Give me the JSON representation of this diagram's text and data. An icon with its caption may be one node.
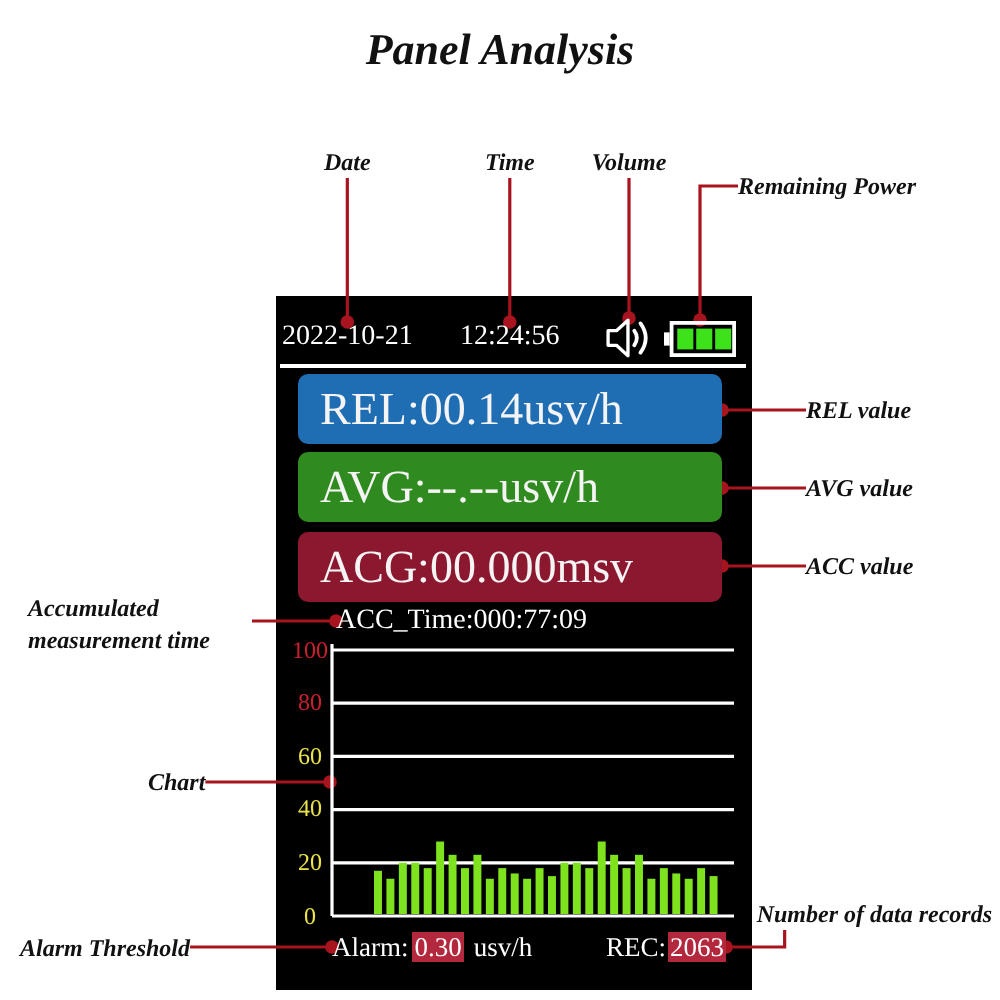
{
  "diagram": {
    "title": "Panel Analysis",
    "nodes": [
      {
        "text": [
          "Date"
        ]
      },
      {
        "text": [
          "Time"
        ]
      },
      {
        "text": [
          "Volume"
        ]
      },
      {
        "text": [
          "Remaining Power"
        ]
      },
      {
        "text": [
          "2022-10-21"
        ]
      },
      {
        "text": [
          "12:24:56"
        ]
      },
      {
        "text": [],
        "shape": "speaker"
      },
      {
        "text": [],
        "shape": "battery"
      },
      {
        "text": [
          "REL:00.14usv/h"
        ]
      },
      {
        "text": [
          "REL value"
        ]
      },
      {
        "text": [
          "AVG:--.--usv/h"
        ]
      },
      {
        "text": [
          "AVG value"
        ]
      },
      {
        "text": [
          "ACG:00.000msv"
        ]
      },
      {
        "text": [
          "ACC value"
        ]
      },
      {
        "text": [
          "Accumulated measurement time"
        ]
      },
      {
        "text": [
          "ACC_Time:000:77:09"
        ]
      },
      {
        "text": [
          "Chart"
        ]
      },
      {
        "text": [],
        "shape": "chart"
      },
      {
        "text": [
          "Alarm Threshold"
        ]
      },
      {
        "text": [
          "Alarm:",
          "0.30",
          "usv/h"
        ]
      },
      {
        "text": [
          "REC:",
          "2063"
        ]
      },
      {
        "text": [
          "Number of data records"
        ]
      }
    ],
    "edges": [
      {
        "from": 0,
        "to": 4,
        "arrow": "other"
      },
      {
        "from": 1,
        "to": 5,
        "arrow": "other"
      },
      {
        "from": 2,
        "to": 6,
        "arrow": "other"
      },
      {
        "from": 3,
        "to": 7,
        "arrow": "other"
      },
      {
        "from": 9,
        "to": 8,
        "arrow": "other"
      },
      {
        "from": 11,
        "to": 10,
        "arrow": "other"
      },
      {
        "from": 13,
        "to": 12,
        "arrow": "other"
      },
      {
        "from": 14,
        "to": 15,
        "arrow": "other"
      },
      {
        "from": 16,
        "to": 17,
        "arrow": "other"
      },
      {
        "from": 18,
        "to": 19,
        "arrow": "other"
      },
      {
        "from": 21,
        "to": 20,
        "arrow": "other"
      }
    ],
    "chart_data": {
      "type": "bar",
      "series": [
        {
          "color": "#7ee21e",
          "values": [
            17,
            14,
            20,
            20,
            18,
            28,
            23,
            18,
            23,
            14,
            18,
            16,
            14,
            18,
            15,
            20,
            20,
            18,
            28,
            23,
            18,
            23,
            14,
            18,
            16,
            14,
            18,
            15
          ]
        }
      ],
      "ylim": [
        0,
        100
      ],
      "yticks": [
        0,
        20,
        40,
        60,
        80,
        100
      ],
      "grid": true
    }
  }
}
